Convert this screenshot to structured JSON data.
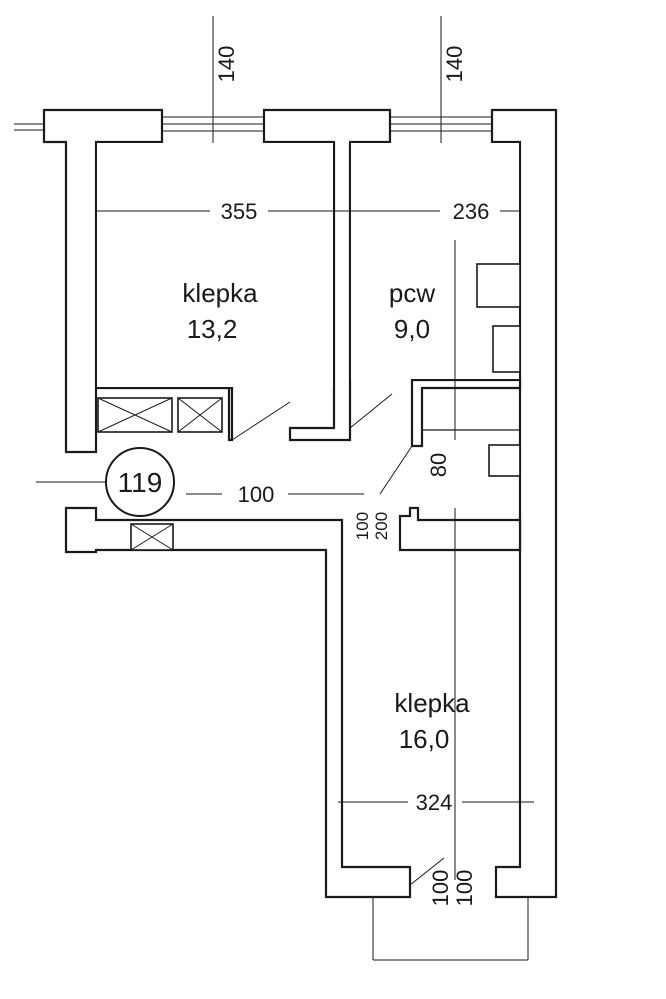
{
  "apartment_number": "119",
  "rooms": [
    {
      "name": "klepka",
      "area": "13,2"
    },
    {
      "name": "pcw",
      "area": "9,0"
    },
    {
      "name": "klepka",
      "area": "16,0"
    }
  ],
  "dimensions": {
    "window_left_top": "140",
    "window_right_top": "140",
    "room1_width": "355",
    "kitchen_width": "236",
    "hall_length": "100",
    "door_a": "100",
    "door_b": "200",
    "niche": "80",
    "room3_width": "324",
    "balcony_a": "100",
    "balcony_b": "100"
  }
}
